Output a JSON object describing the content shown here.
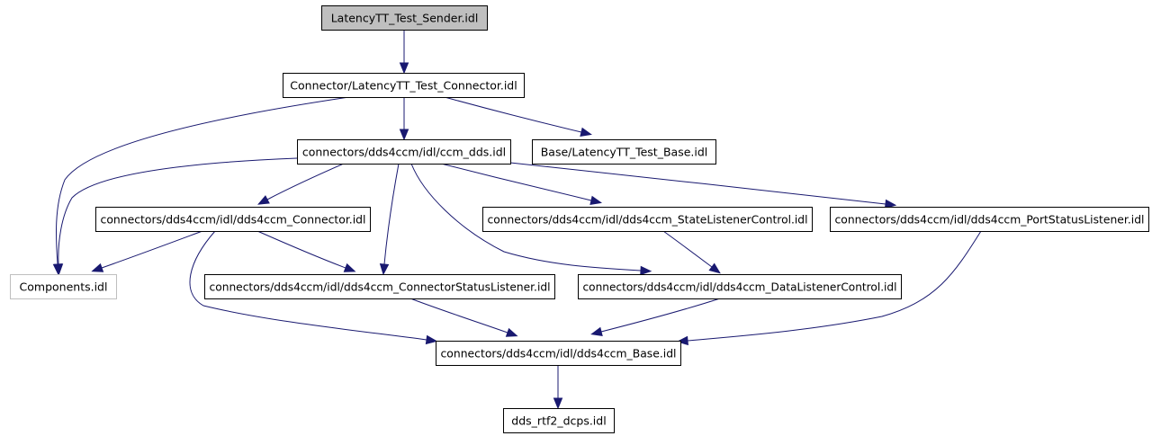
{
  "graph": {
    "colors": {
      "edge": "#191970",
      "root_fill": "#bfbfbf",
      "node_fill": "#ffffff",
      "external_border": "#bfbfbf"
    },
    "nodes": [
      {
        "id": "sender",
        "label": "LatencyTT_Test_Sender.idl",
        "kind": "root"
      },
      {
        "id": "connector",
        "label": "Connector/LatencyTT_Test_Connector.idl",
        "kind": "normal"
      },
      {
        "id": "ccm_dds",
        "label": "connectors/dds4ccm/idl/ccm_dds.idl",
        "kind": "normal"
      },
      {
        "id": "base_test",
        "label": "Base/LatencyTT_Test_Base.idl",
        "kind": "normal"
      },
      {
        "id": "dds_connector",
        "label": "connectors/dds4ccm/idl/dds4ccm_Connector.idl",
        "kind": "normal"
      },
      {
        "id": "state_listener",
        "label": "connectors/dds4ccm/idl/dds4ccm_StateListenerControl.idl",
        "kind": "normal"
      },
      {
        "id": "port_status",
        "label": "connectors/dds4ccm/idl/dds4ccm_PortStatusListener.idl",
        "kind": "normal"
      },
      {
        "id": "components",
        "label": "Components.idl",
        "kind": "external"
      },
      {
        "id": "conn_status",
        "label": "connectors/dds4ccm/idl/dds4ccm_ConnectorStatusListener.idl",
        "kind": "normal"
      },
      {
        "id": "data_listener",
        "label": "connectors/dds4ccm/idl/dds4ccm_DataListenerControl.idl",
        "kind": "normal"
      },
      {
        "id": "dds_base",
        "label": "connectors/dds4ccm/idl/dds4ccm_Base.idl",
        "kind": "normal"
      },
      {
        "id": "dcps",
        "label": "dds_rtf2_dcps.idl",
        "kind": "normal"
      }
    ],
    "edges": [
      {
        "from": "sender",
        "to": "connector"
      },
      {
        "from": "connector",
        "to": "ccm_dds"
      },
      {
        "from": "connector",
        "to": "base_test"
      },
      {
        "from": "connector",
        "to": "components"
      },
      {
        "from": "ccm_dds",
        "to": "components"
      },
      {
        "from": "ccm_dds",
        "to": "dds_connector"
      },
      {
        "from": "ccm_dds",
        "to": "conn_status"
      },
      {
        "from": "ccm_dds",
        "to": "state_listener"
      },
      {
        "from": "ccm_dds",
        "to": "data_listener"
      },
      {
        "from": "ccm_dds",
        "to": "port_status"
      },
      {
        "from": "dds_connector",
        "to": "components"
      },
      {
        "from": "dds_connector",
        "to": "conn_status"
      },
      {
        "from": "dds_connector",
        "to": "dds_base"
      },
      {
        "from": "state_listener",
        "to": "data_listener"
      },
      {
        "from": "port_status",
        "to": "dds_base"
      },
      {
        "from": "conn_status",
        "to": "dds_base"
      },
      {
        "from": "data_listener",
        "to": "dds_base"
      },
      {
        "from": "dds_base",
        "to": "dcps"
      }
    ]
  }
}
